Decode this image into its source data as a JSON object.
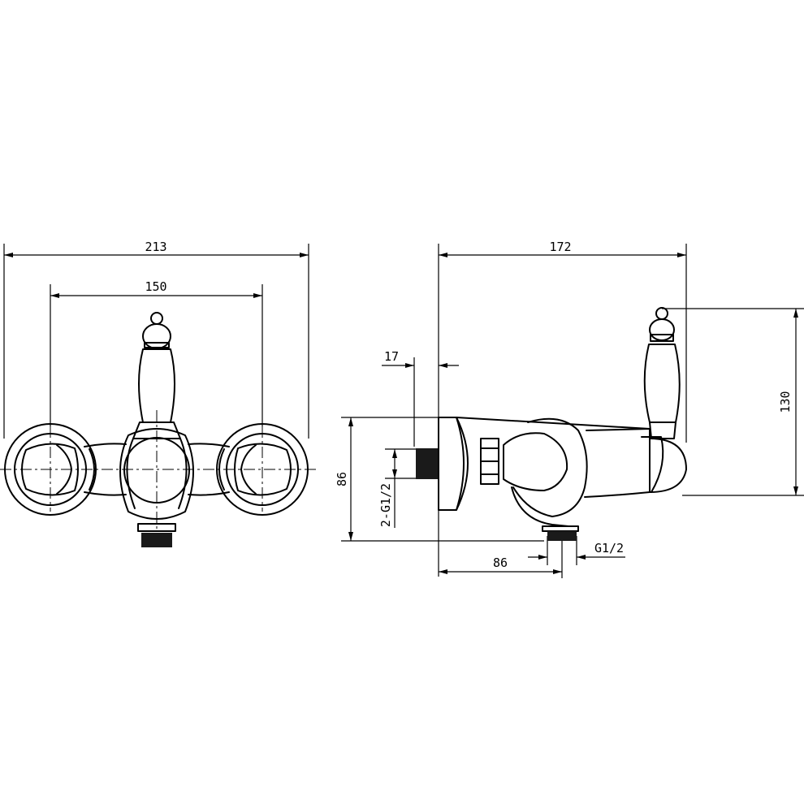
{
  "front_view": {
    "overall_width": "213",
    "center_distance": "150"
  },
  "side_view": {
    "overall_depth": "172",
    "wall_offset": "17",
    "body_height": "86",
    "inlet_thread": "2-G1/2",
    "outlet_distance": "86",
    "outlet_thread": "G1/2",
    "lever_height": "130"
  },
  "colors": {
    "line": "#000000",
    "background": "#ffffff"
  }
}
